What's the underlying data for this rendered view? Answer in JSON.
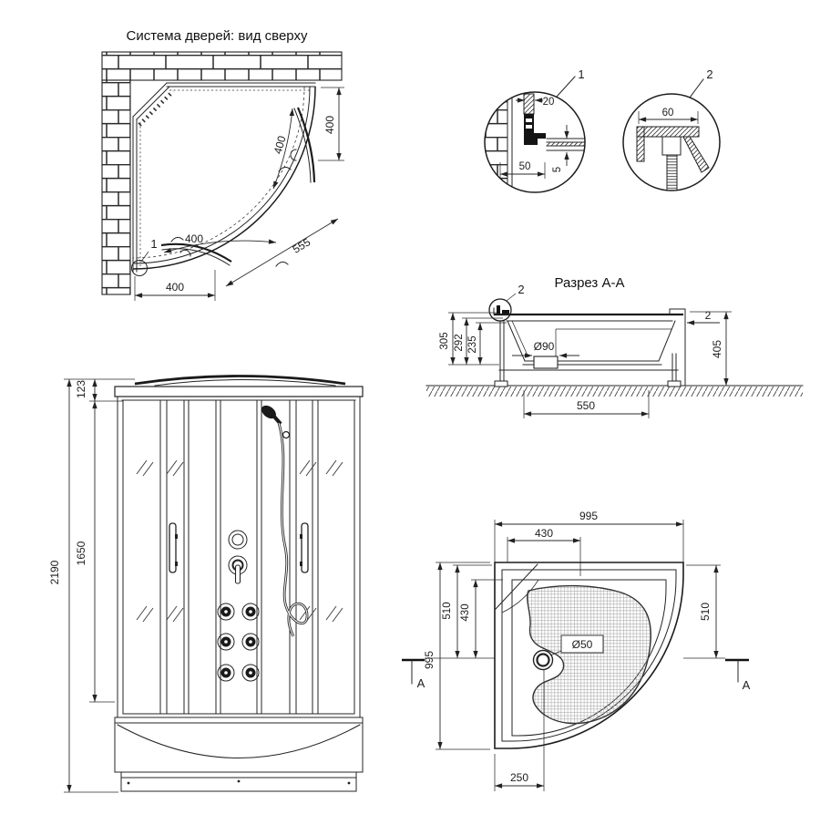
{
  "colors": {
    "line": "#222222",
    "text": "#1d1d1d",
    "background": "#ffffff",
    "floor_texture": "#a8a8a8"
  },
  "plan": {
    "title": "Система дверей: вид сверху",
    "dim_wall_side": "400",
    "dim_door_right_arc": "400",
    "dim_door_bottom_arc": "400",
    "dim_radius": "555",
    "dim_bottom": "400",
    "callout": "1"
  },
  "detail1": {
    "callout": "1",
    "dim_profile_width": "20",
    "dim_base": "50",
    "dim_gap": "5"
  },
  "detail2": {
    "callout": "2",
    "dim_rim": "60"
  },
  "section": {
    "title": "Разрез А-А",
    "callout": "2",
    "dim_rim_thickness": "2",
    "dim_h_outer": "305",
    "dim_h_mid": "292",
    "dim_h_inner": "235",
    "dim_drain": "Ø90",
    "dim_leg_span": "550",
    "dim_total_height": "405"
  },
  "front": {
    "dim_roof": "123",
    "dim_glass": "1650",
    "dim_total": "2190"
  },
  "tray": {
    "dim_width_top": "995",
    "dim_top_to_drain": "430",
    "dim_height_left": "995",
    "dim_left_outer": "510",
    "dim_left_inner": "430",
    "dim_right": "510",
    "dim_drain": "Ø50",
    "dim_bottom": "250",
    "marker_left": "A",
    "marker_right": "A"
  }
}
